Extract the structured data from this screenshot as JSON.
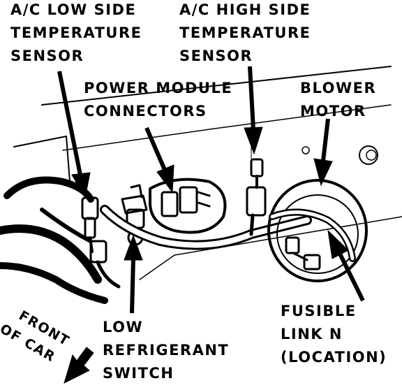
{
  "labels": {
    "low_side_sensor": [
      "A/C LOW SIDE",
      "TEMPERATURE",
      "SENSOR"
    ],
    "high_side_sensor": [
      "A/C HIGH SIDE",
      "TEMPERATURE",
      "SENSOR"
    ],
    "power_module": [
      "POWER MODULE",
      "CONNECTORS"
    ],
    "blower_motor": [
      "BLOWER",
      "MOTOR"
    ],
    "low_refrigerant_switch": [
      "LOW",
      "REFRIGERANT",
      "SWITCH"
    ],
    "fusible_link": [
      "FUSIBLE",
      "LINK N",
      "(LOCATION)"
    ],
    "front_of_car": [
      "FRONT",
      "OF CAR"
    ]
  },
  "colors": {
    "ink": "#000000",
    "paper": "#ffffff"
  }
}
